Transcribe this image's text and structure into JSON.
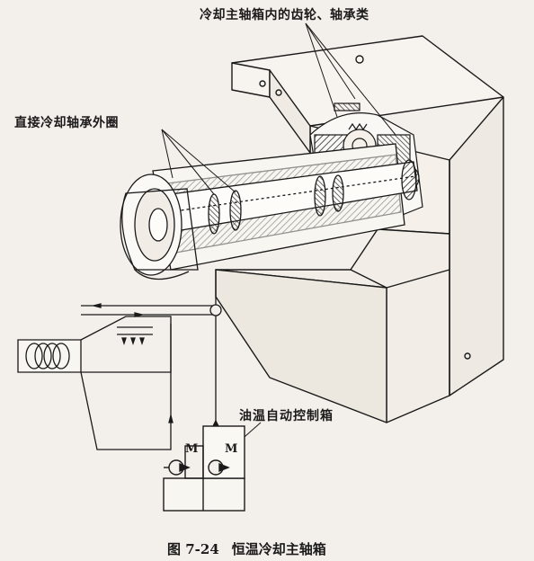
{
  "labels": {
    "spindle_gears_bearings": "冷却主轴箱内的齿轮、轴承类",
    "direct_cool_bearing_outer_ring": "直接冷却轴承外圈",
    "oil_temp_auto_control_box": "油温自动控制箱",
    "motor_1": "M",
    "motor_2": "M"
  },
  "caption": {
    "figure_number": "图 7-24",
    "title": "恒温冷却主轴箱"
  },
  "colors": {
    "ink": "#1a1a1a",
    "paper": "#f3efea",
    "hatch": "#2b2b2b"
  }
}
